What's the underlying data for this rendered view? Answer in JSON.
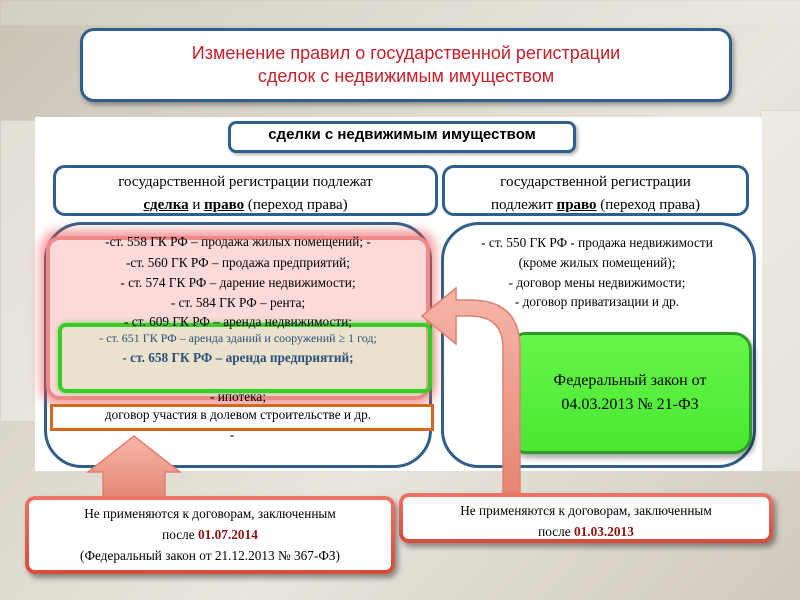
{
  "title": {
    "line1": "Изменение правил о государственной регистрации",
    "line2": "сделок с недвижимым имуществом"
  },
  "header": "сделки с недвижимым имуществом",
  "left_head": {
    "line1": "государственной регистрации подлежат",
    "pre": "",
    "u1": "сделка",
    "mid": " и ",
    "u2": "право",
    "post": " (переход права)"
  },
  "right_head": {
    "line1": "государственной регистрации",
    "pre": "подлежит ",
    "u1": "право",
    "post": " (переход права)"
  },
  "left_items": [
    "-ст. 558 ГК РФ – продажа жилых помещений; -",
    "-ст. 560 ГК РФ – продажа предприятий;",
    "- ст. 574 ГК РФ – дарение недвижимости;",
    "- ст. 584 ГК РФ – рента;",
    "- ст. 609 ГК РФ – аренда недвижимости;"
  ],
  "left_green": [
    "- ст. 651 ГК РФ – аренда зданий и сооружений ≥ 1 год;",
    "- ст. 658 ГК РФ – аренда предприятий;"
  ],
  "left_tail": [
    "- ипотека;",
    "договор участия в долевом строительстве и др.",
    "-"
  ],
  "right_items": [
    "- ст. 550 ГК РФ - продажа недвижимости",
    "(кроме жилых помещений);",
    "-  договор мены недвижимости;",
    "- договор приватизации и др."
  ],
  "fed_law": {
    "line1": "Федеральный закон от",
    "line2": "04.03.2013 № 21-ФЗ"
  },
  "note_left": {
    "line1": "Не применяются к договорам, заключенным",
    "line2_pre": "после ",
    "line2_date": "01.07.2014",
    "line3": "(Федеральный закон от 21.12.2013 № 367-ФЗ)"
  },
  "note_right": {
    "line1": "Не применяются к договорам, заключенным",
    "line2_pre": "после ",
    "line2_date": "01.03.2013"
  },
  "colors": {
    "frame": "#2f5f8a",
    "title_text": "#c8202a",
    "green": "#4be832",
    "note_red": "#d94a3a",
    "orange": "#d2691e"
  }
}
